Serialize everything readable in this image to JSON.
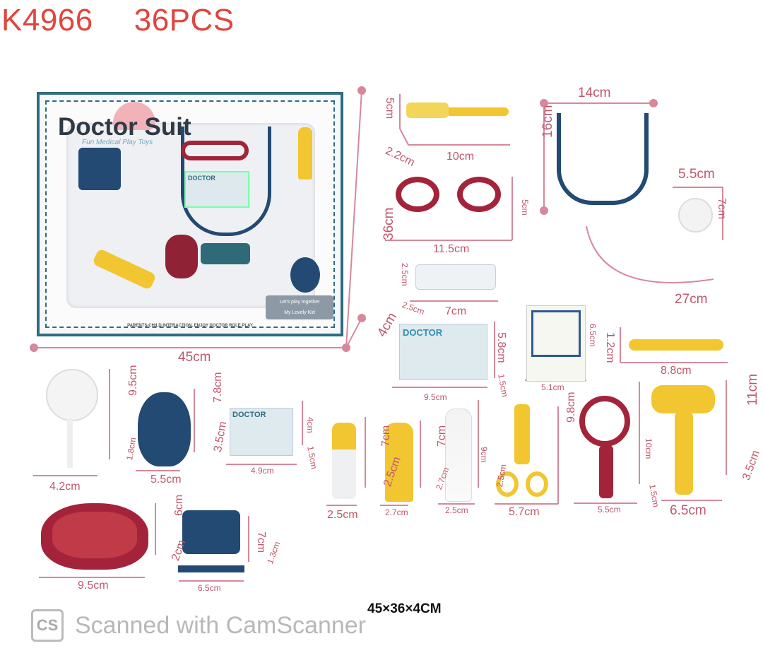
{
  "header": {
    "model": "K4966",
    "pieces": "36PCS"
  },
  "box": {
    "title": "Doctor Suit",
    "subtitle": "Fun Medical Play Toys",
    "tag_line1": "Let's play together",
    "tag_line2": "My Lovely Kid",
    "footer": "PARENTS-CHILD INTERACTION, ENJOY DOCTOR ROLE PLAY",
    "card_text": "DOCTOR"
  },
  "dimensions": [
    "5cm",
    "2.2cm",
    "10cm",
    "14cm",
    "16cm",
    "5.5cm",
    "7cm",
    "36cm",
    "5cm",
    "11.5cm",
    "27cm",
    "2.5cm",
    "2.5cm",
    "7cm",
    "4cm",
    "45cm",
    "5.8cm",
    "1.5cm",
    "9.5cm",
    "6.5cm",
    "5.1cm",
    "1.2cm",
    "8.8cm",
    "9.5cm",
    "1.8cm",
    "4.2cm",
    "7.8cm",
    "3.5cm",
    "5.5cm",
    "4cm",
    "1.5cm",
    "4.9cm",
    "7cm",
    "2.5cm",
    "2.5cm",
    "7cm",
    "2.7cm",
    "2.7cm",
    "9cm",
    "2.5cm",
    "2.5cm",
    "9.8cm",
    "5.7cm",
    "10cm",
    "1.5cm",
    "5.5cm",
    "11cm",
    "3.5cm",
    "6.5cm",
    "6cm",
    "2cm",
    "9.5cm",
    "7cm",
    "1.3cm",
    "6.5cm"
  ],
  "package_size": "45×36×4CM",
  "watermark": {
    "icon": "CS",
    "text": "Scanned with CamScanner"
  },
  "colors": {
    "dimension": "#c1566b",
    "header": "#e0453e",
    "box_border": "#2e6c80",
    "yellow": "#f2c630",
    "red": "#a3243a",
    "navy": "#234a72"
  }
}
